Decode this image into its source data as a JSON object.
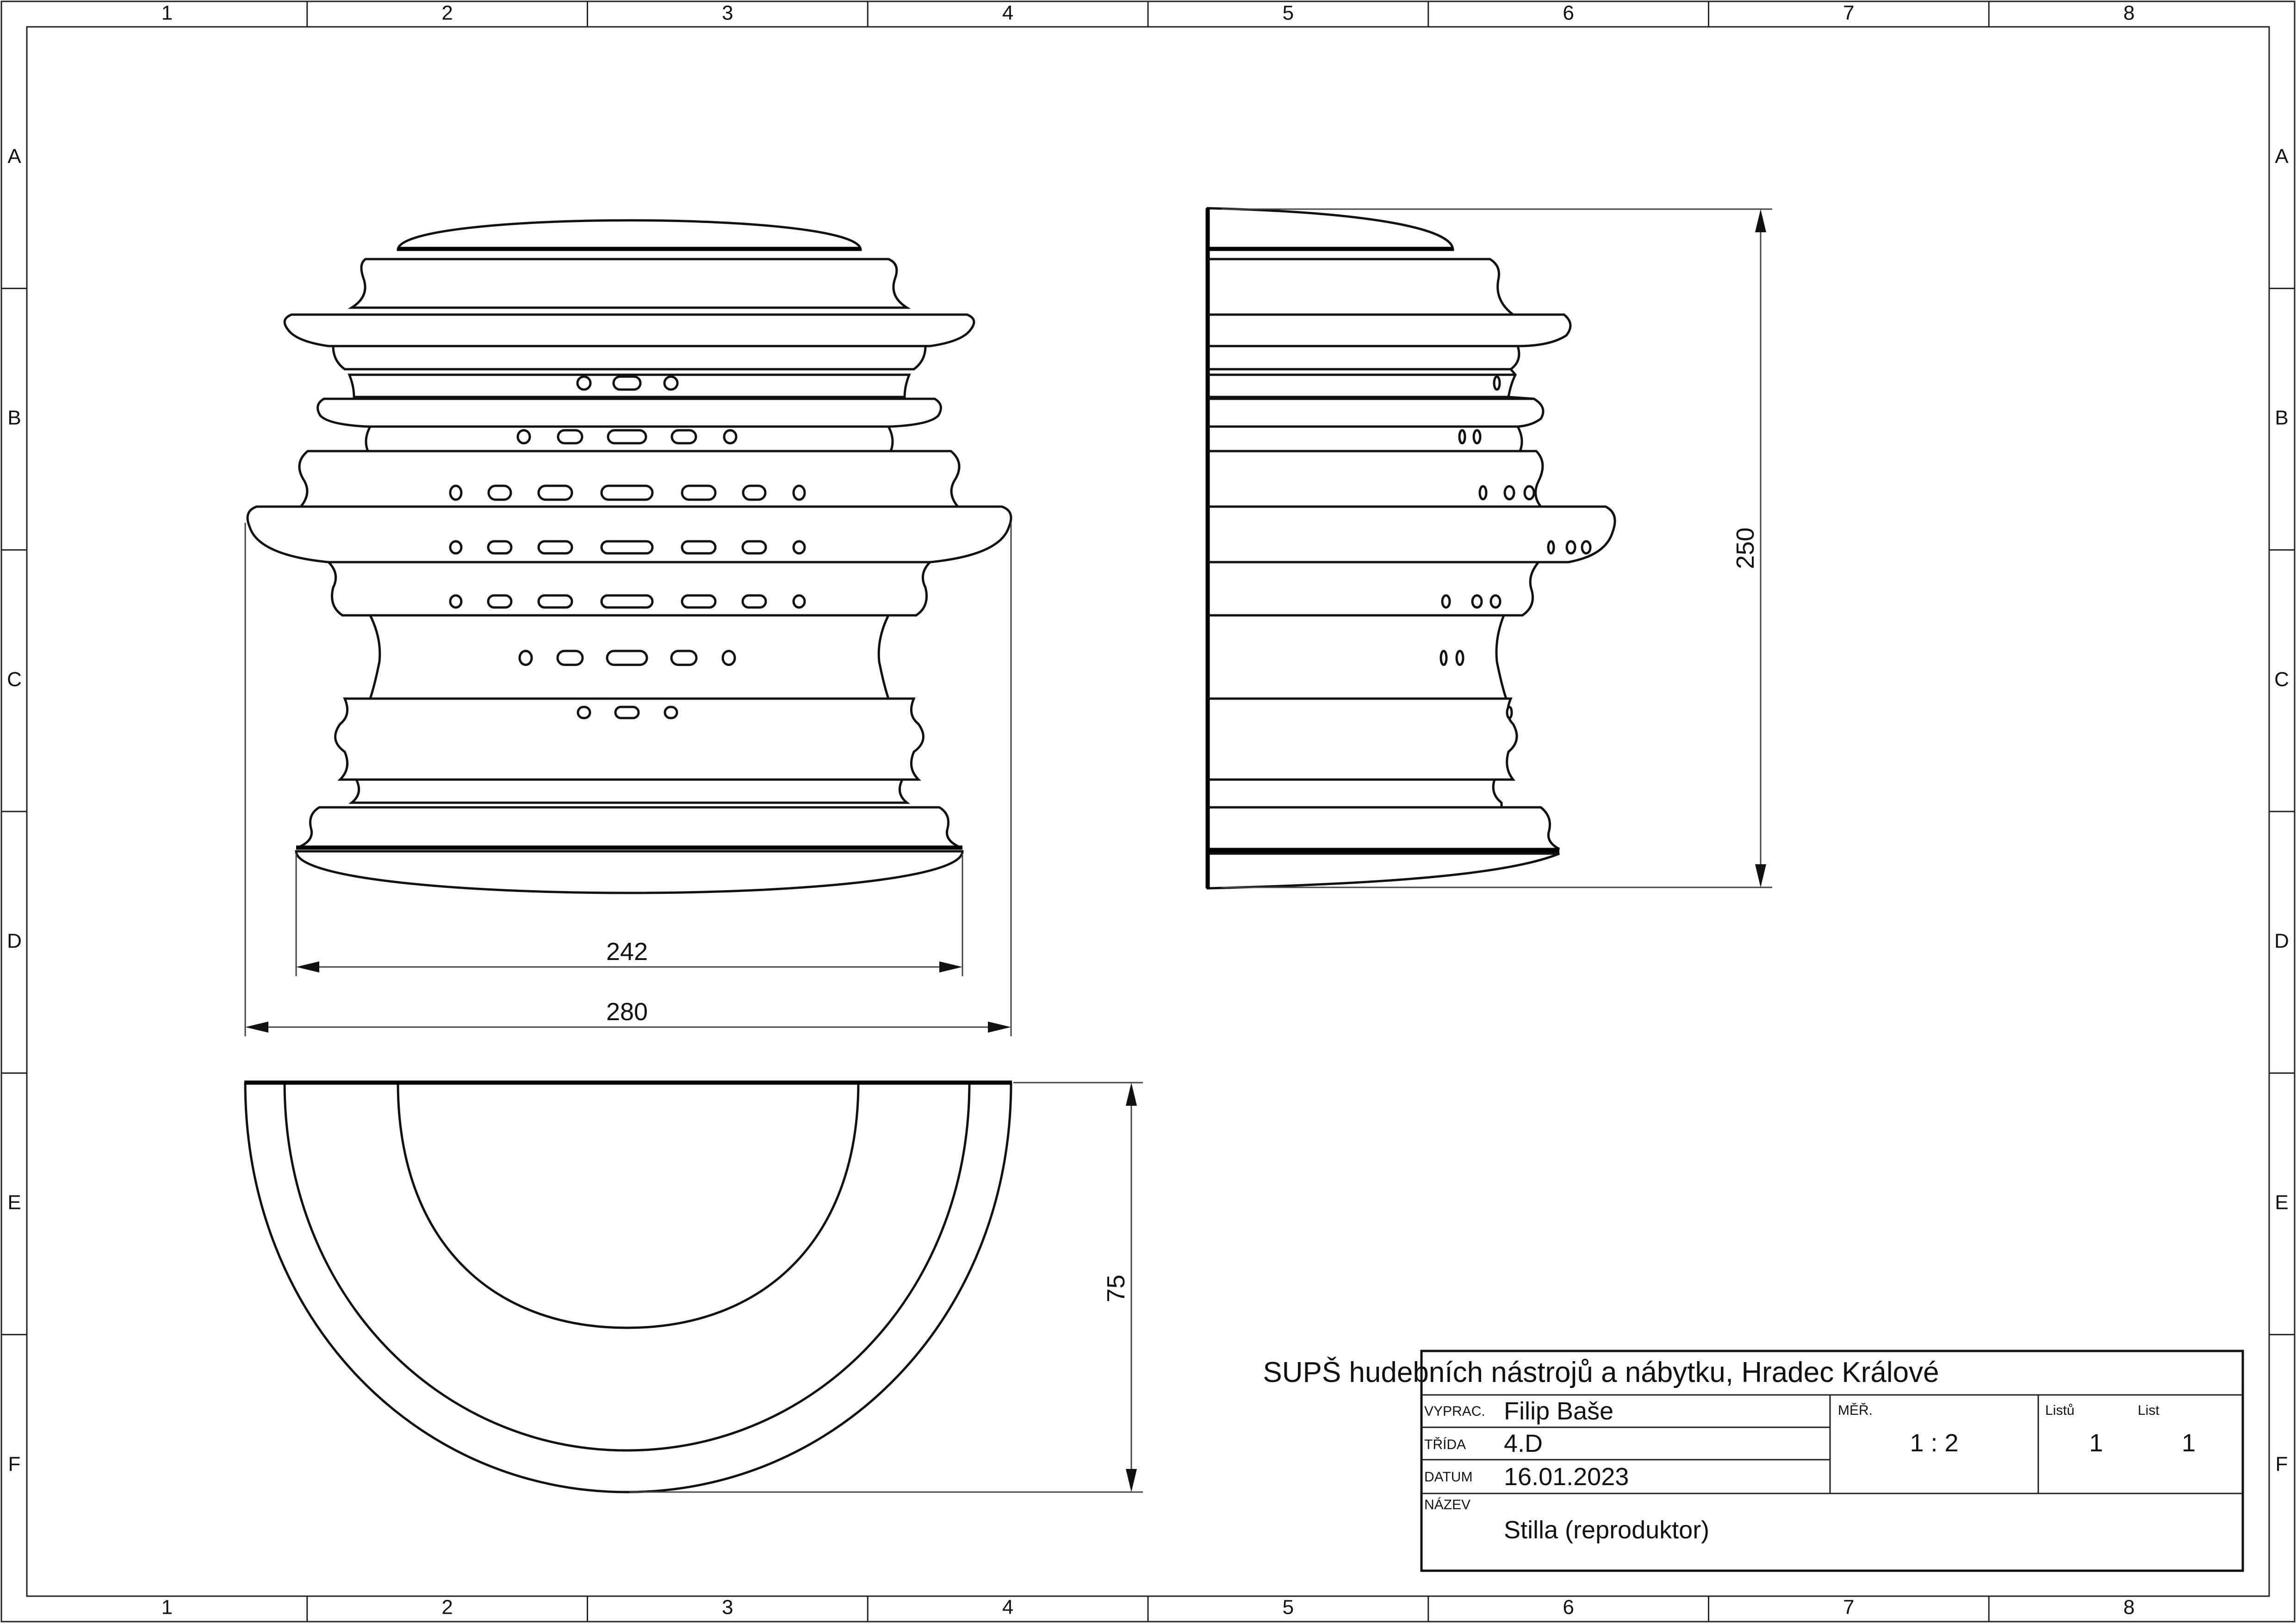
{
  "frame": {
    "columns": [
      "1",
      "2",
      "3",
      "4",
      "5",
      "6",
      "7",
      "8"
    ],
    "rows": [
      "A",
      "B",
      "C",
      "D",
      "E",
      "F"
    ]
  },
  "dimensions": {
    "front_inner_width": "242",
    "front_outer_width": "280",
    "side_height": "250",
    "top_depth": "75"
  },
  "title_block": {
    "school": "SUPŠ hudebních nástrojů a nábytku, Hradec Králové",
    "author_label": "VYPRAC.",
    "author": "Filip Baše",
    "class_label": "TŘÍDA",
    "class": "4.D",
    "date_label": "DATUM",
    "date": "16.01.2023",
    "scale_label": "MĚŘ.",
    "scale": "1 : 2",
    "sheets_label": "Listů",
    "sheets": "1",
    "sheet_label": "List",
    "sheet": "1",
    "name_label": "NÁZEV",
    "name": "Stilla (reproduktor)"
  }
}
